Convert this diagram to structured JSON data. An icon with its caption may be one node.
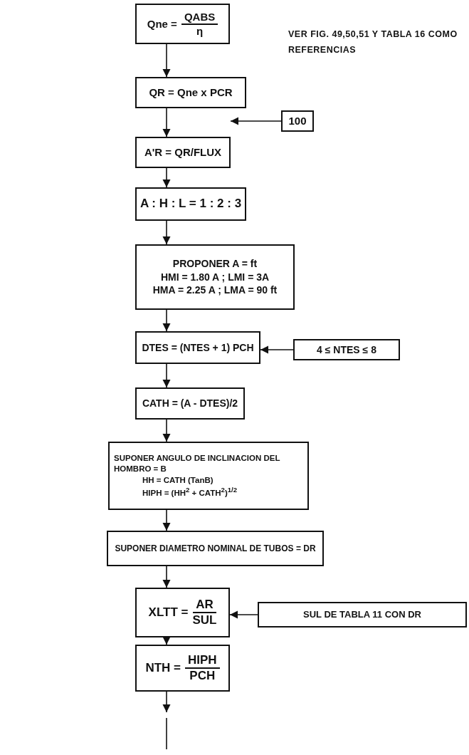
{
  "diagram": {
    "nodes": [
      {
        "text": [
          "Qne =",
          "QABS",
          "η"
        ]
      },
      {
        "text": [
          "QR = Qne x PCR"
        ]
      },
      {
        "text": [
          "100"
        ]
      },
      {
        "text": [
          "A'R = QR/FLUX"
        ]
      },
      {
        "text": [
          "A : H : L = 1 : 2 : 3"
        ]
      },
      {
        "text": [
          "PROPONER  A  =  ft",
          "HMI = 1.80 A ; LMI = 3A",
          "HMA = 2.25 A ; LMA = 90 ft"
        ]
      },
      {
        "text": [
          "DTES = (NTES + 1) PCH"
        ]
      },
      {
        "text": [
          "4 ≤ NTES ≤ 8"
        ]
      },
      {
        "text": [
          "CATH = (A - DTES)/2"
        ]
      },
      {
        "text": [
          "SUPONER ANGULO DE INCLINACION DEL HOMBRO = B",
          "HH = CATH (TanB)",
          "HIPH = (HH$^{2}$ + CATH$^{2}$)$^{1/2}$"
        ]
      },
      {
        "text": [
          "SUPONER DIAMETRO NOMINAL DE TUBOS = DR"
        ]
      },
      {
        "text": [
          "XLTT =",
          "AR",
          "SUL"
        ]
      },
      {
        "text": [
          "SUL DE TABLA 11 CON DR"
        ]
      },
      {
        "text": [
          "NTH =",
          "HIPH",
          "PCH"
        ]
      }
    ],
    "edges": [
      {
        "from": 0,
        "to": 1,
        "arrow": "to"
      },
      {
        "from": 1,
        "to": 3,
        "arrow": "to"
      },
      {
        "from": 2,
        "to": 3,
        "arrow": "to"
      },
      {
        "from": 3,
        "to": 4,
        "arrow": "to"
      },
      {
        "from": 4,
        "to": 5,
        "arrow": "to"
      },
      {
        "from": 5,
        "to": 6,
        "arrow": "to"
      },
      {
        "from": 7,
        "to": 6,
        "arrow": "to"
      },
      {
        "from": 6,
        "to": 8,
        "arrow": "to"
      },
      {
        "from": 8,
        "to": 9,
        "arrow": "to"
      },
      {
        "from": 9,
        "to": 10,
        "arrow": "to"
      },
      {
        "from": 10,
        "to": 11,
        "arrow": "to"
      },
      {
        "from": 12,
        "to": 11,
        "arrow": "to"
      },
      {
        "from": 11,
        "to": 13,
        "arrow": "to"
      },
      {
        "from": 13,
        "to": null,
        "arrow": "to"
      }
    ],
    "labels": [
      "VER FIG. 49,50,51 Y TABLA 16 COMO REFERENCIAS"
    ]
  }
}
